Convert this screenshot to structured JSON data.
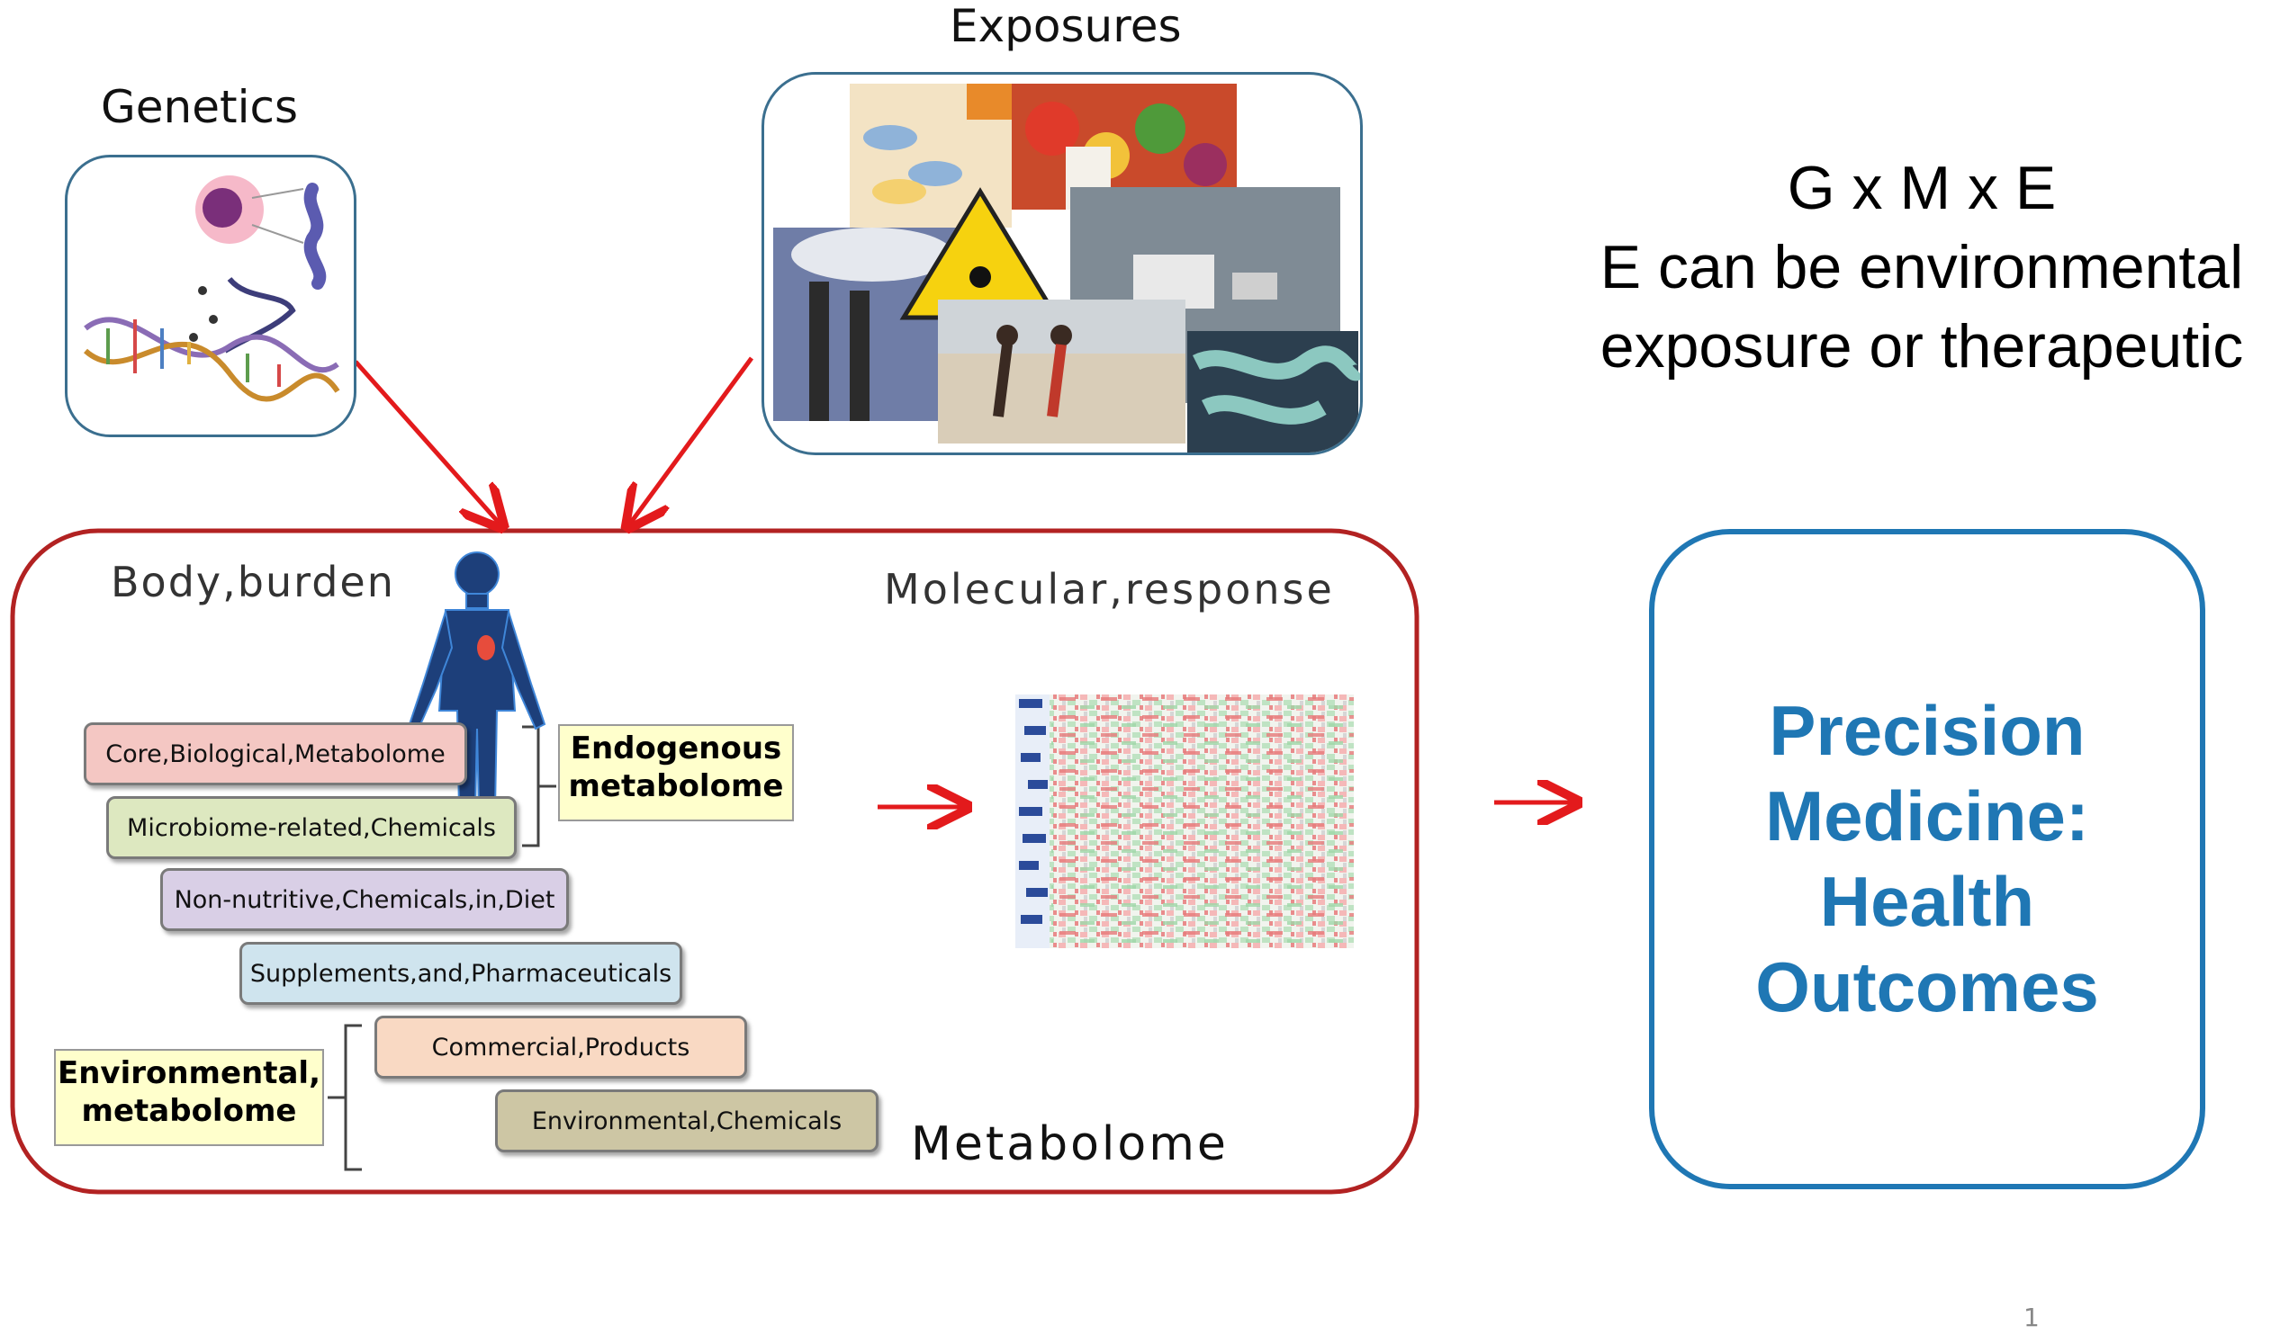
{
  "labels": {
    "genetics": "Genetics",
    "exposures": "Exposures",
    "body_burden": "Body,burden",
    "molecular_response": "Molecular,response",
    "metabolome": "Metabolome",
    "page_number": "1"
  },
  "equation": {
    "line1": "G x M x E",
    "line2": "E can be environmental",
    "line3": "exposure or therapeutic"
  },
  "layers": [
    {
      "label": "Core,Biological,Metabolome",
      "color": "#f4c7c3"
    },
    {
      "label": "Microbiome‐related,Chemicals",
      "color": "#dde8c0"
    },
    {
      "label": "Non‐nutritive,Chemicals,in,Diet",
      "color": "#d9cfe6"
    },
    {
      "label": "Supplements,and,Pharmaceuticals",
      "color": "#cfe4ee"
    },
    {
      "label": "Commercial,Products",
      "color": "#f9d9c3"
    },
    {
      "label": "Environmental,Chemicals",
      "color": "#cdc6a4"
    }
  ],
  "callouts": {
    "endogenous_line1": "Endogenous",
    "endogenous_line2": "metabolome",
    "environmental_line1": "Environmental,",
    "environmental_line2": "metabolome"
  },
  "outcome": {
    "line1": "Precision",
    "line2": "Medicine:",
    "line3": "Health",
    "line4": "Outcomes"
  },
  "colors": {
    "arrow": "#e31a1c",
    "metabolome_border": "#b22222",
    "outcome": "#1f77b4"
  }
}
